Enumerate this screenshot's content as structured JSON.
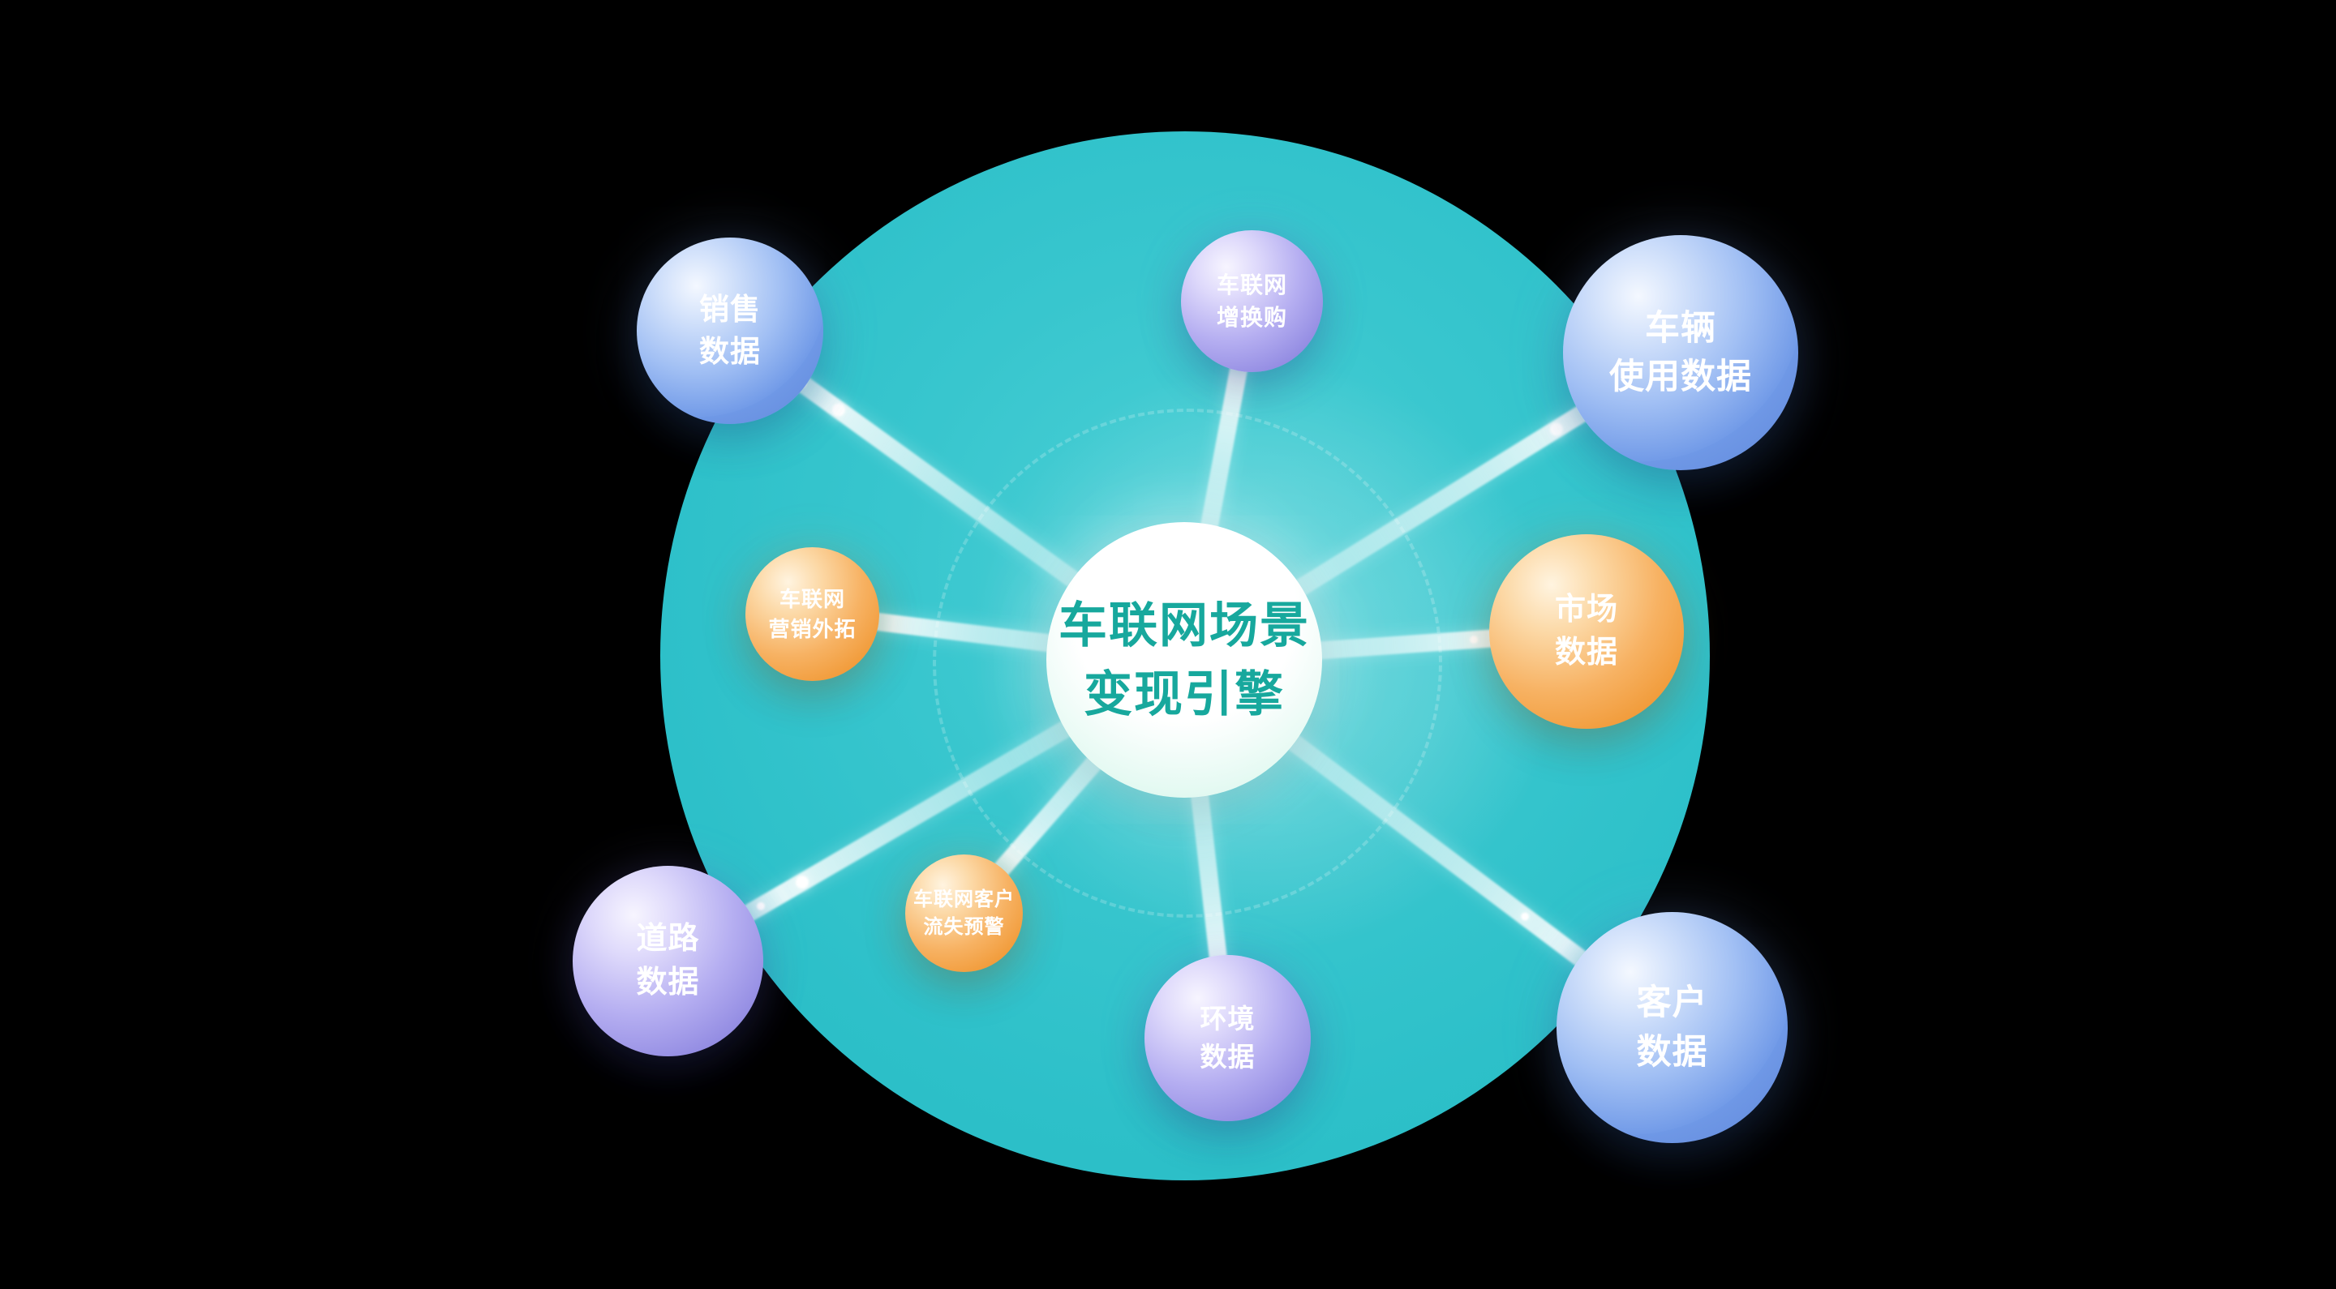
{
  "background": "#000000",
  "hub": {
    "disc_color": "#2fc4cd",
    "center_label_line1": "车联网场景",
    "center_label_line2": "变现引擎",
    "center_text_color": "#17a89d"
  },
  "themes": {
    "blue": "#6d9ce8",
    "purple": "#9a94e8",
    "orange": "#f29d3c"
  },
  "satellites": [
    {
      "name": "sales-data",
      "line1": "销售",
      "line2": "数据",
      "theme": "blue"
    },
    {
      "name": "iov-trade-in",
      "line1": "车联网",
      "line2": "增换购",
      "theme": "purple"
    },
    {
      "name": "vehicle-usage-data",
      "line1": "车辆",
      "line2": "使用数据",
      "theme": "blue"
    },
    {
      "name": "iov-marketing-expansion",
      "line1": "车联网",
      "line2": "营销外拓",
      "theme": "orange"
    },
    {
      "name": "market-data",
      "line1": "市场",
      "line2": "数据",
      "theme": "orange"
    },
    {
      "name": "road-data",
      "line1": "道路",
      "line2": "数据",
      "theme": "purple"
    },
    {
      "name": "iov-churn-warning",
      "line1": "车联网客户",
      "line2": "流失预警",
      "theme": "orange"
    },
    {
      "name": "environment-data",
      "line1": "环境",
      "line2": "数据",
      "theme": "purple"
    },
    {
      "name": "customer-data",
      "line1": "客户",
      "line2": "数据",
      "theme": "blue"
    }
  ]
}
